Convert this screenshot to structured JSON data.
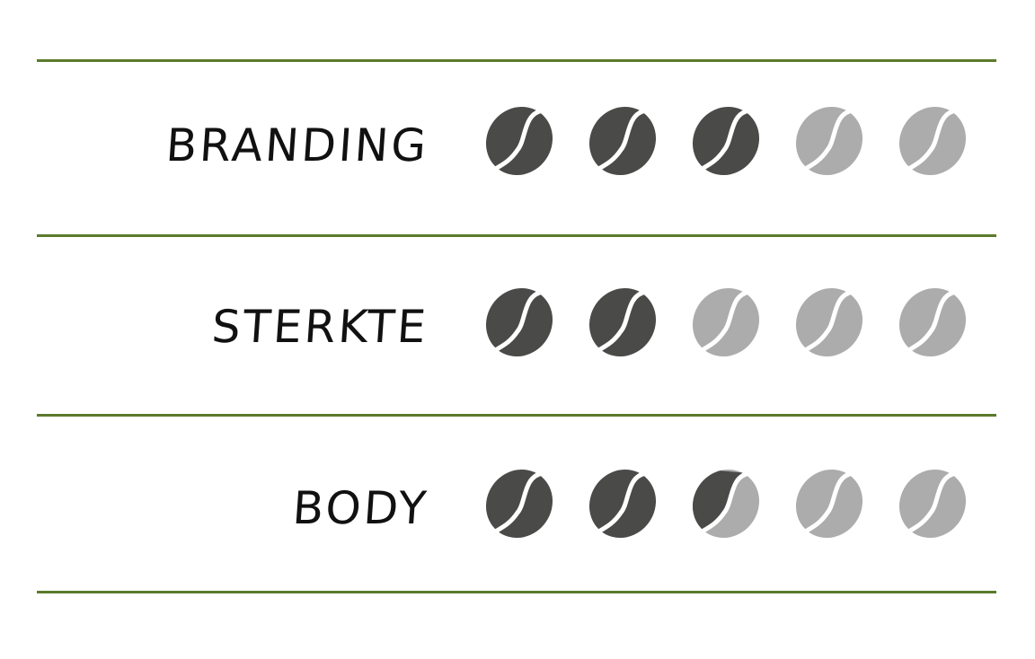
{
  "colors": {
    "rule": "#5b7a2b",
    "bean_filled": "#4a4a48",
    "bean_empty": "#acacac"
  },
  "max_rating": 5,
  "ratings": [
    {
      "label": "BRANDING",
      "value": 3
    },
    {
      "label": "STERKTE",
      "value": 2
    },
    {
      "label": "BODY",
      "value": 2.5
    }
  ]
}
